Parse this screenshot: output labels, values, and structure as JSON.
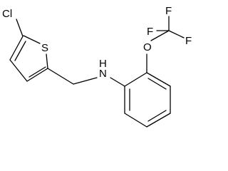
{
  "molecule": {
    "atoms": {
      "chlorine": "Cl",
      "sulfur": "S",
      "amine": "N",
      "amine_hydrogen": "H",
      "ether_oxygen": "O",
      "fluorine_top": "F",
      "fluorine_left": "F",
      "fluorine_right": "F"
    }
  },
  "colors": {
    "bond": "#000000",
    "label": "#000000",
    "background": "#ffffff"
  }
}
